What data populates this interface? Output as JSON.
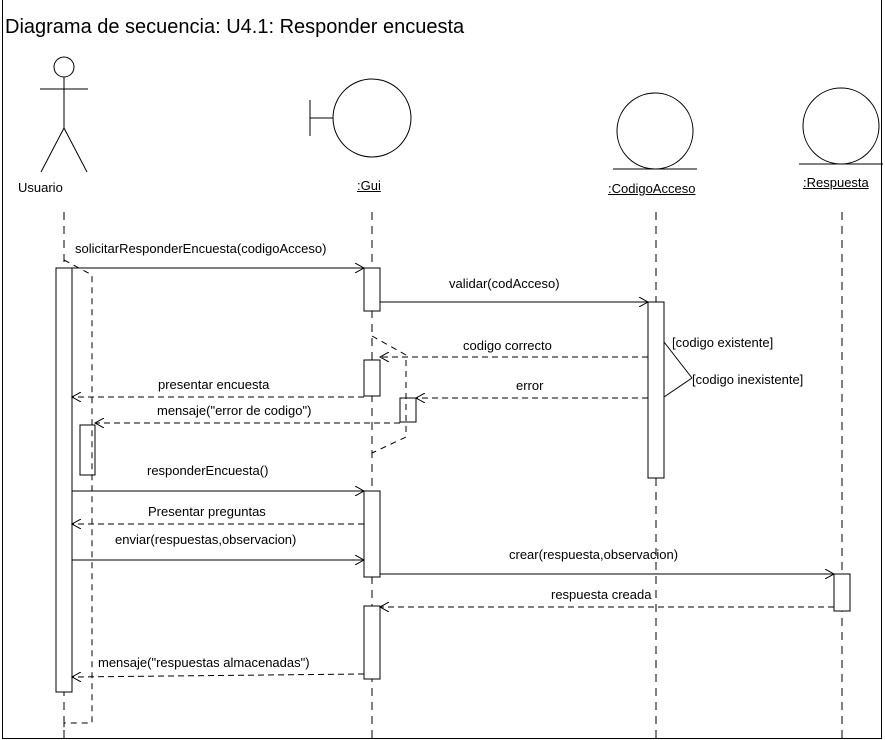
{
  "title": "Diagrama de secuencia: U4.1: Responder encuesta",
  "participants": {
    "actor": "Usuario",
    "gui": ":Gui",
    "codigo": ":CodigoAcceso",
    "respuesta": ":Respuesta"
  },
  "messages": {
    "m1": "solicitarResponderEncuesta(codigoAcceso)",
    "m2": "validar(codAcceso)",
    "m3": "codigo correcto",
    "m4": "error",
    "m5": "presentar encuesta",
    "m6": "mensaje(\"error de codigo\")",
    "m7": "responderEncuesta()",
    "m8": "Presentar preguntas",
    "m9": "enviar(respuestas,observacion)",
    "m10": "crear(respuesta,observacion)",
    "m11": "respuesta creada",
    "m12": "mensaje(\"respuestas almacenadas\")"
  },
  "guards": {
    "g1": "[codigo existente]",
    "g2": "[codigo inexistente]"
  }
}
